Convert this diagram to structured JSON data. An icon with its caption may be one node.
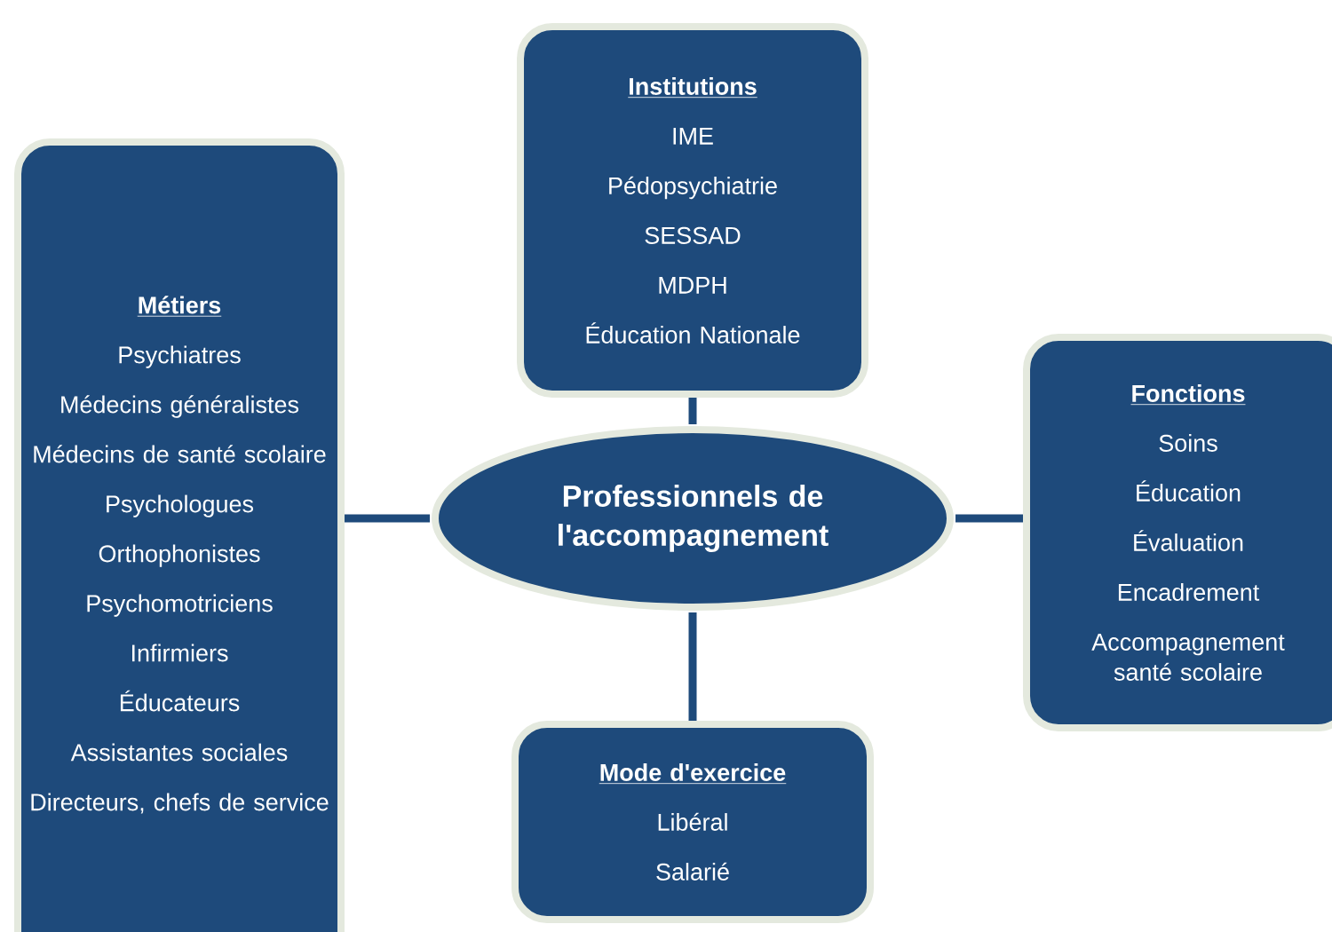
{
  "diagram": {
    "nodes": [
      {
        "text": [
          "Métiers",
          "Psychiatres",
          "Médecins généralistes",
          "Médecins de santé scolaire",
          "Psychologues",
          "Orthophonistes",
          "Psychomotriciens",
          "Infirmiers",
          "Éducateurs",
          "Assistantes sociales",
          "Directeurs, chefs de service"
        ]
      },
      {
        "text": [
          "Institutions",
          "IME",
          "Pédopsychiatrie",
          "SESSAD",
          "MDPH",
          "Éducation Nationale"
        ]
      },
      {
        "text": [
          "Professionnels de l'accompagnement"
        ]
      },
      {
        "text": [
          "Fonctions",
          "Soins",
          "Éducation",
          "Évaluation",
          "Encadrement",
          "Accompagnement santé scolaire"
        ]
      },
      {
        "text": [
          "Mode d'exercice",
          "Libéral",
          "Salarié"
        ]
      }
    ],
    "edges": [
      {
        "from": 2,
        "to": 0,
        "arrow": "none"
      },
      {
        "from": 2,
        "to": 1,
        "arrow": "none"
      },
      {
        "from": 2,
        "to": 3,
        "arrow": "none"
      },
      {
        "from": 2,
        "to": 4,
        "arrow": "none"
      }
    ]
  }
}
